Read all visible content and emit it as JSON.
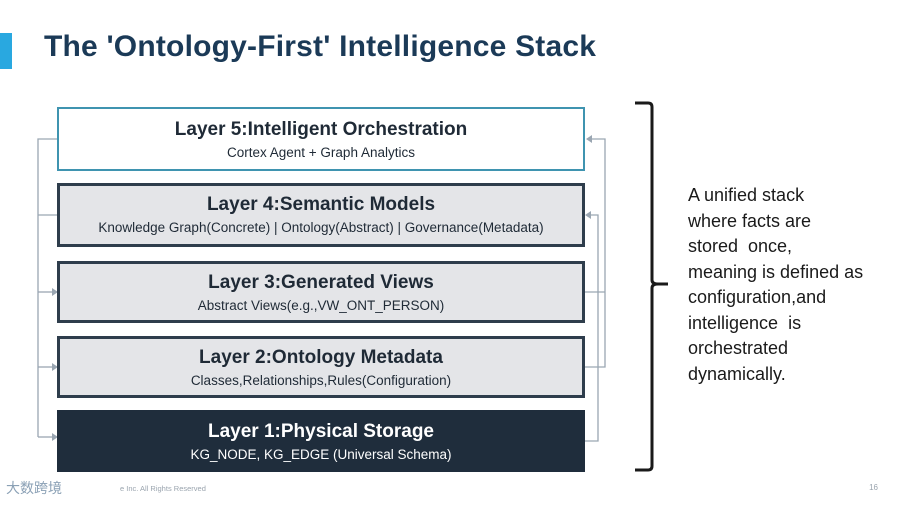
{
  "slide": {
    "title": "The 'Ontology-First' Intelligence Stack"
  },
  "layers": [
    {
      "name": "Layer 5:Intelligent Orchestration",
      "subtitle": "Cortex Agent + Graph Analytics"
    },
    {
      "name": "Layer 4:Semantic Models",
      "subtitle": "Knowledge Graph(Concrete) | Ontology(Abstract) | Governance(Metadata)"
    },
    {
      "name": "Layer 3:Generated Views",
      "subtitle": "Abstract Views(e.g.,VW_ONT_PERSON)"
    },
    {
      "name": "Layer 2:Ontology Metadata",
      "subtitle": "Classes,Relationships,Rules(Configuration)"
    },
    {
      "name": "Layer 1:Physical Storage",
      "subtitle": "KG_NODE, KG_EDGE (Universal Schema)"
    }
  ],
  "description_lines": [
    "A unified stack",
    "where facts are",
    "stored  once,",
    "meaning is defined as",
    "configuration,and",
    "intelligence  is",
    "orchestrated",
    "dynamically."
  ],
  "footer": {
    "logo": "大数跨境",
    "copyright": "e Inc. All Rights Reserved",
    "page_number": "16"
  },
  "colors": {
    "accent": "#29a8e0",
    "title": "#1b3a57",
    "layer_fill": "#e4e5e8",
    "layer_border": "#2e3d4c",
    "top_layer_border": "#3f94b0",
    "bottom_layer_fill": "#1f2d3c"
  }
}
